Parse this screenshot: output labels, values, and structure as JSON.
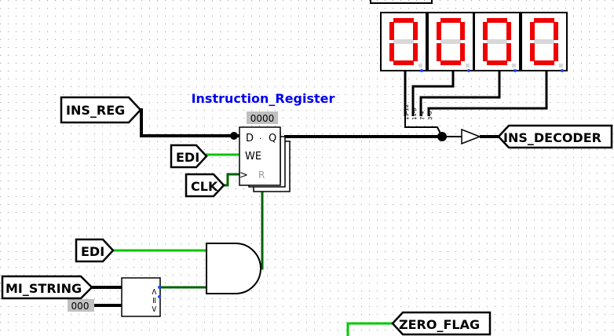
{
  "circuit": {
    "register_title": "Instruction_Register",
    "register_value": "0000",
    "register_pins": {
      "d": "D",
      "q": "Q",
      "we": "WE",
      "clk": ">",
      "r": "R"
    },
    "bus_labels": [
      "15-12",
      "11-8",
      "7-4",
      "3-0"
    ],
    "comparator_symbols": [
      "<",
      "=",
      ">"
    ],
    "constant_value": "000",
    "tunnels": {
      "ins_reg": "INS_REG",
      "edi_top": "EDI",
      "clk": "CLK",
      "edi_bottom": "EDI",
      "mi_string": "MI_STRING",
      "ins_decoder": "INS_DECODER",
      "zero_flag": "ZERO_FLAG"
    },
    "display_digits": [
      "0",
      "0",
      "0",
      "0"
    ]
  },
  "colors": {
    "wire_bus": "#000000",
    "wire_active": "#00c800",
    "wire_dark": "#006400",
    "segment_on": "#f00000",
    "segment_off": "#d8d8d8",
    "title": "#0000f0",
    "value_bg": "#c0c0c0"
  }
}
